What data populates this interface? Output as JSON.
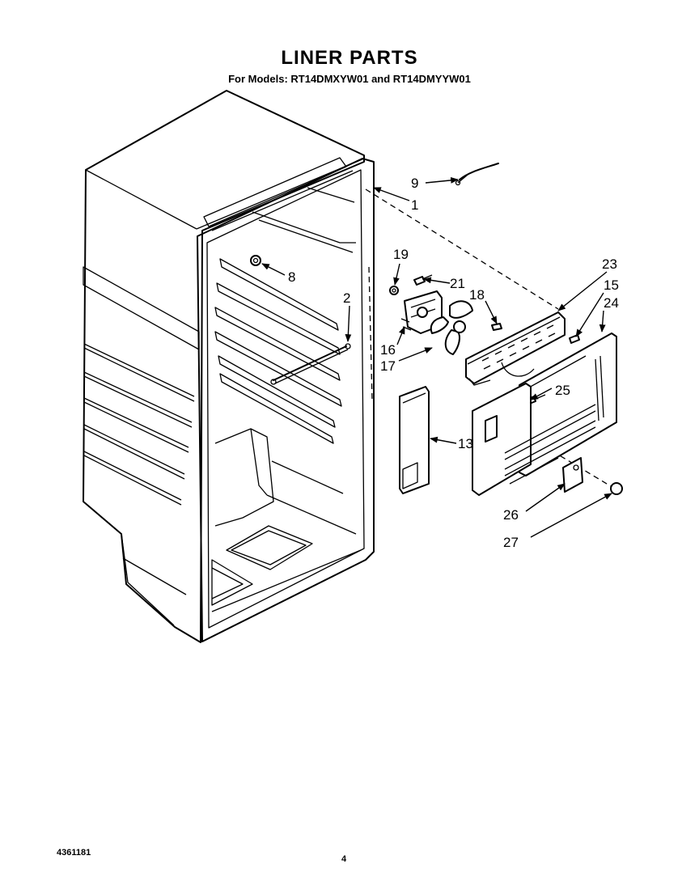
{
  "header": {
    "title": "LINER PARTS",
    "subtitle": "For Models: RT14DMXYW01 and RT14DMYYW01"
  },
  "callouts": {
    "c1": "1",
    "c2": "2",
    "c8": "8",
    "c9": "9",
    "c13": "13",
    "c15": "15",
    "c16": "16",
    "c17": "17",
    "c18": "18",
    "c19": "19",
    "c21": "21",
    "c23": "23",
    "c24": "24",
    "c25": "25",
    "c26": "26",
    "c27": "27"
  },
  "footer": {
    "doc_number": "4361181",
    "page_number": "4"
  }
}
